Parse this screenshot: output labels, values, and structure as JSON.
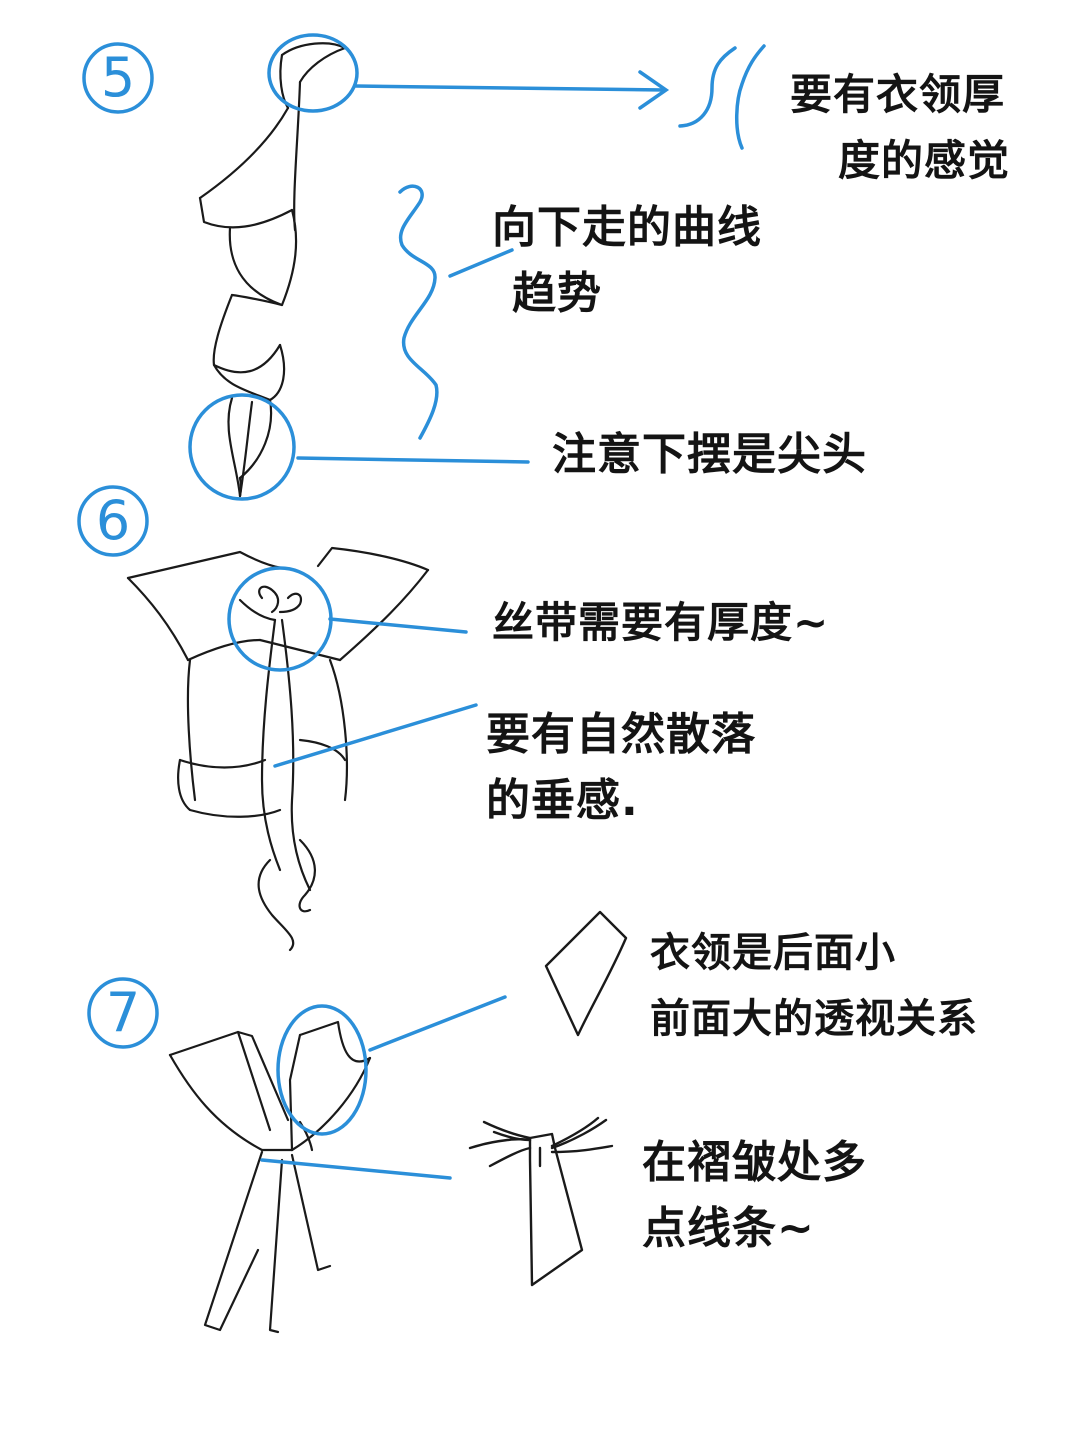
{
  "colors": {
    "accent": "#2b8fd9",
    "ink": "#141414",
    "background": "#ffffff"
  },
  "steps": [
    {
      "number": "5",
      "notes": {
        "collar_thickness": [
          "要有衣领厚",
          "度的感觉"
        ],
        "downward_curve": [
          "向下走的曲线",
          "趋势"
        ],
        "pointed_hem": [
          "注意下摆是尖头"
        ]
      }
    },
    {
      "number": "6",
      "notes": {
        "ribbon_thickness": [
          "丝带需要有厚度~"
        ],
        "natural_drape": [
          "要有自然散落",
          "的垂感."
        ]
      }
    },
    {
      "number": "7",
      "notes": {
        "collar_perspective": [
          "衣领是后面小",
          "前面大的透视关系"
        ],
        "fold_lines": [
          "在褶皱处多",
          "点线条~"
        ]
      }
    }
  ]
}
